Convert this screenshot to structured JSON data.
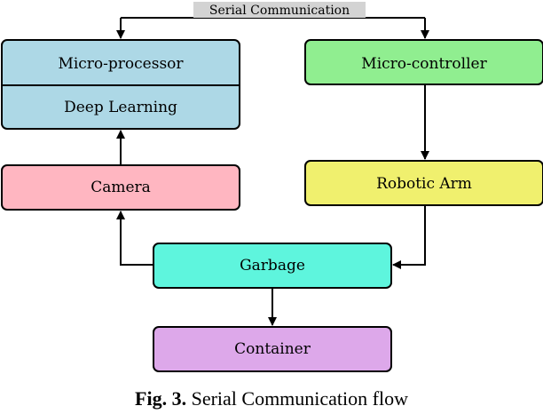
{
  "diagram": {
    "bus_label": "Serial Communication",
    "microprocessor": "Micro-processor",
    "deep_learning": "Deep Learning",
    "camera": "Camera",
    "microcontroller": "Micro-controller",
    "robotic_arm": "Robotic Arm",
    "garbage": "Garbage",
    "container": "Container"
  },
  "caption": {
    "label": "Fig. 3.",
    "text": "Serial Communication flow"
  },
  "colors": {
    "microprocessor": "#add8e6",
    "camera": "#ffb6c1",
    "microcontroller": "#90ee90",
    "robotic_arm": "#f0f06e",
    "garbage": "#5ef5dd",
    "container": "#dda8ea",
    "bus_label_bg": "#d3d3d3"
  }
}
